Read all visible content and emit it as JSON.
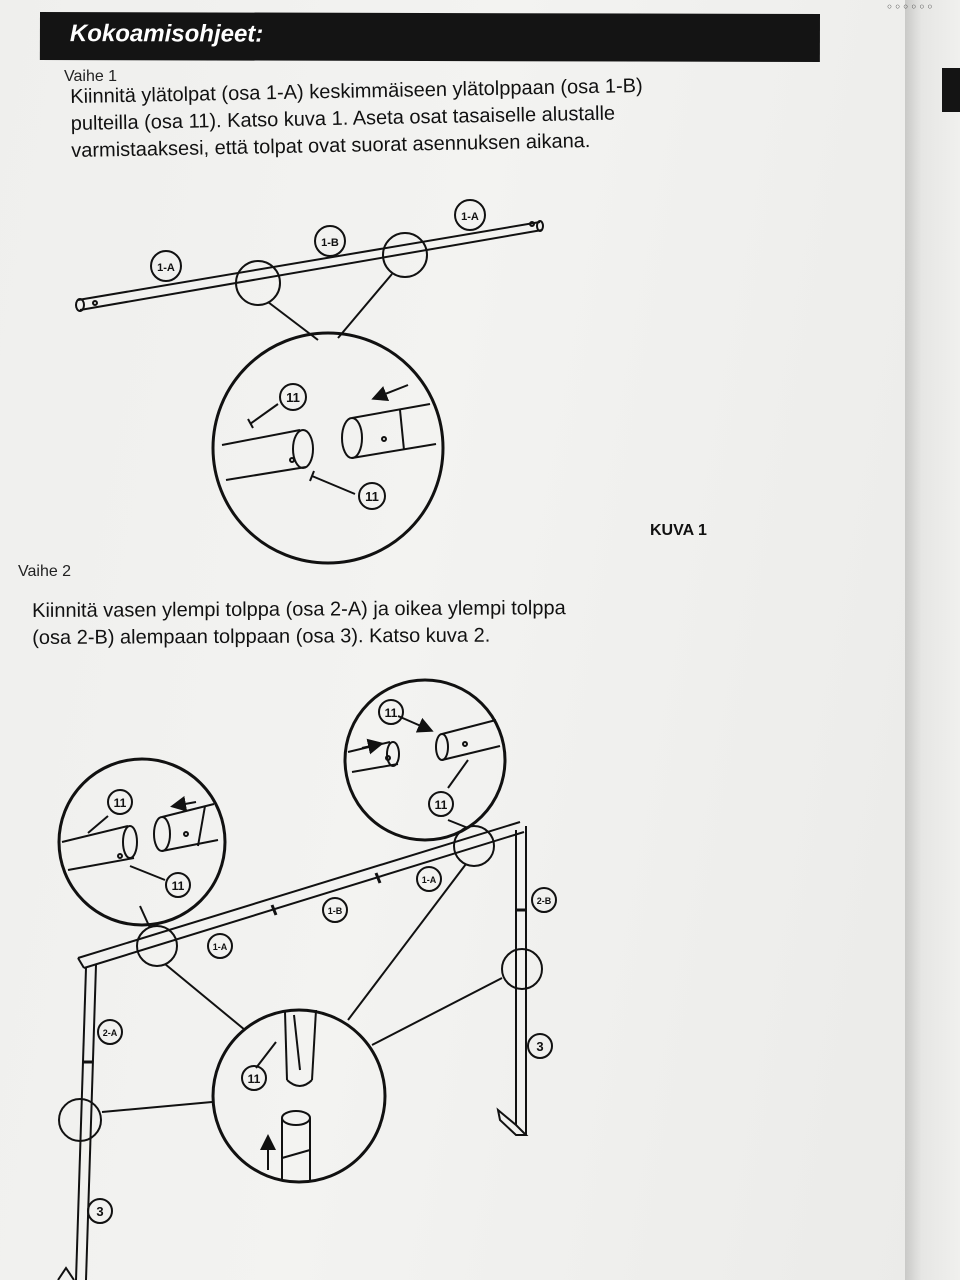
{
  "header": {
    "title": "Kokoamisohjeet:"
  },
  "step1": {
    "label": "Vaihe 1",
    "lines": [
      "Kiinnitä ylätolpat (osa 1-A) keskimmäiseen ylätolppaan (osa 1-B)",
      "pulteilla (osa 11). Katso kuva 1. Aseta osat tasaiselle alustalle",
      "varmistaaksesi, että tolpat ovat suorat asennuksen aikana."
    ]
  },
  "figure1": {
    "caption": "KUVA 1",
    "callouts": {
      "left_pole": "1-A",
      "middle_pole": "1-B",
      "right_pole": "1-A",
      "bolt_top": "11",
      "bolt_bottom": "11"
    }
  },
  "step2": {
    "label": "Vaihe 2",
    "lines": [
      "Kiinnitä vasen ylempi tolppa (osa 2-A) ja oikea ylempi tolppa",
      "(osa 2-B) alempaan tolppaan (osa 3). Katso kuva 2."
    ]
  },
  "figure2": {
    "callouts": {
      "top_right_bolt_a": "11",
      "top_right_bolt_b": "11",
      "top_left_bolt_a": "11",
      "top_left_bolt_b": "11",
      "bar_left": "1-A",
      "bar_middle": "1-B",
      "bar_right": "1-A",
      "post_left_upper": "2-A",
      "post_right_upper": "2-B",
      "post_left_lower": "3",
      "post_right_lower": "3",
      "bottom_bolt": "11"
    }
  }
}
